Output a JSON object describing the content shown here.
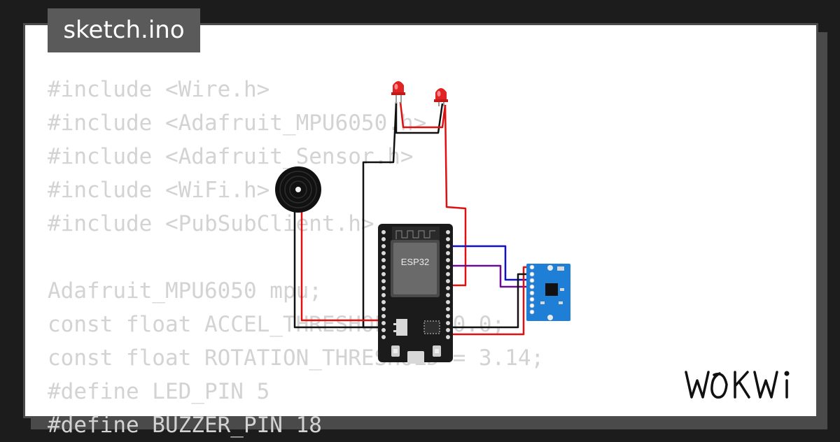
{
  "tab": {
    "title": "sketch.ino"
  },
  "code": {
    "lines": [
      "#include <Wire.h>",
      "#include <Adafruit_MPU6050.h>",
      "#include <Adafruit_Sensor.h>",
      "#include <WiFi.h>",
      "#include <PubSubClient.h>",
      "",
      "Adafruit_MPU6050 mpu;",
      "const float ACCEL_THRESHOLD = 10.0;",
      "const float ROTATION_THRESHOLD = 3.14;",
      "#define LED_PIN 5",
      "#define BUZZER_PIN 18"
    ]
  },
  "board": {
    "label": "ESP32"
  },
  "brand": {
    "name": "WOKWi"
  },
  "components": {
    "leds": [
      "red-led",
      "red-led"
    ],
    "buzzer": "buzzer",
    "sensor": "mpu6050-module"
  },
  "colors": {
    "wire_red": "#e01010",
    "wire_black": "#111111",
    "wire_blue": "#1010cc",
    "wire_purple": "#6a0d91",
    "board_black": "#1b1b1b",
    "sensor_blue": "#1f7fd6",
    "tab_bg": "#5a5a5a"
  }
}
